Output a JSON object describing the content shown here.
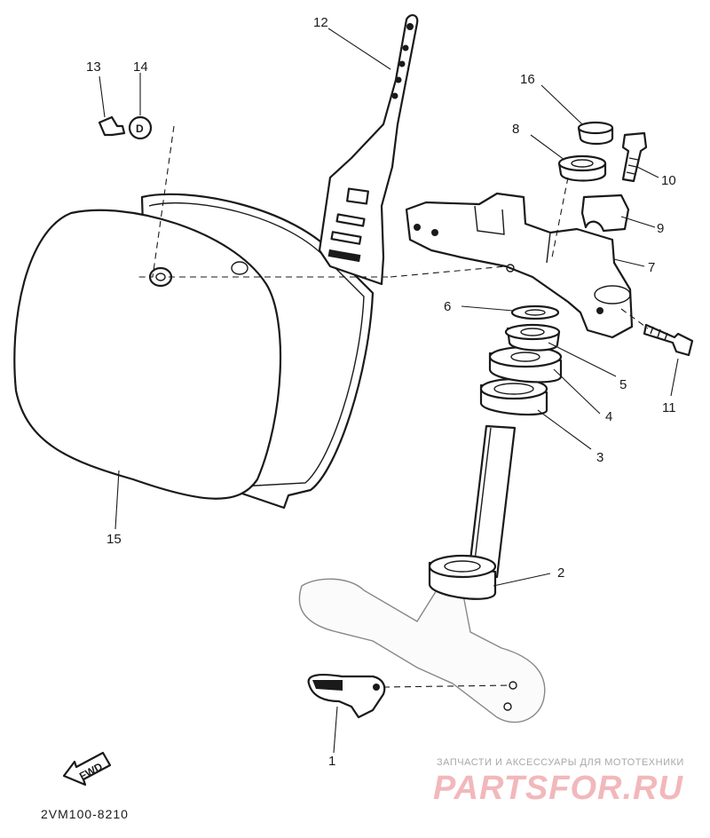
{
  "diagram": {
    "drawing_code": "2VM100-8210",
    "direction_label": "FWD",
    "callouts": [
      {
        "id": "c1",
        "text": "1"
      },
      {
        "id": "c2",
        "text": "2"
      },
      {
        "id": "c3",
        "text": "3"
      },
      {
        "id": "c4",
        "text": "4"
      },
      {
        "id": "c5",
        "text": "5"
      },
      {
        "id": "c6",
        "text": "6"
      },
      {
        "id": "c7",
        "text": "7"
      },
      {
        "id": "c8",
        "text": "8"
      },
      {
        "id": "c9",
        "text": "9"
      },
      {
        "id": "c10",
        "text": "10"
      },
      {
        "id": "c11",
        "text": "11"
      },
      {
        "id": "c12",
        "text": "12"
      },
      {
        "id": "c13",
        "text": "13"
      },
      {
        "id": "c14",
        "text": "14"
      },
      {
        "id": "c15",
        "text": "15"
      },
      {
        "id": "c16",
        "text": "16"
      }
    ],
    "washer_letter": "D"
  },
  "watermark": {
    "tagline": "ЗАПЧАСТИ И АКСЕССУАРЫ ДЛЯ МОТОТЕХНИКИ",
    "brand": "PARTSFOR.RU",
    "brand_color": "#f2b8bb"
  }
}
